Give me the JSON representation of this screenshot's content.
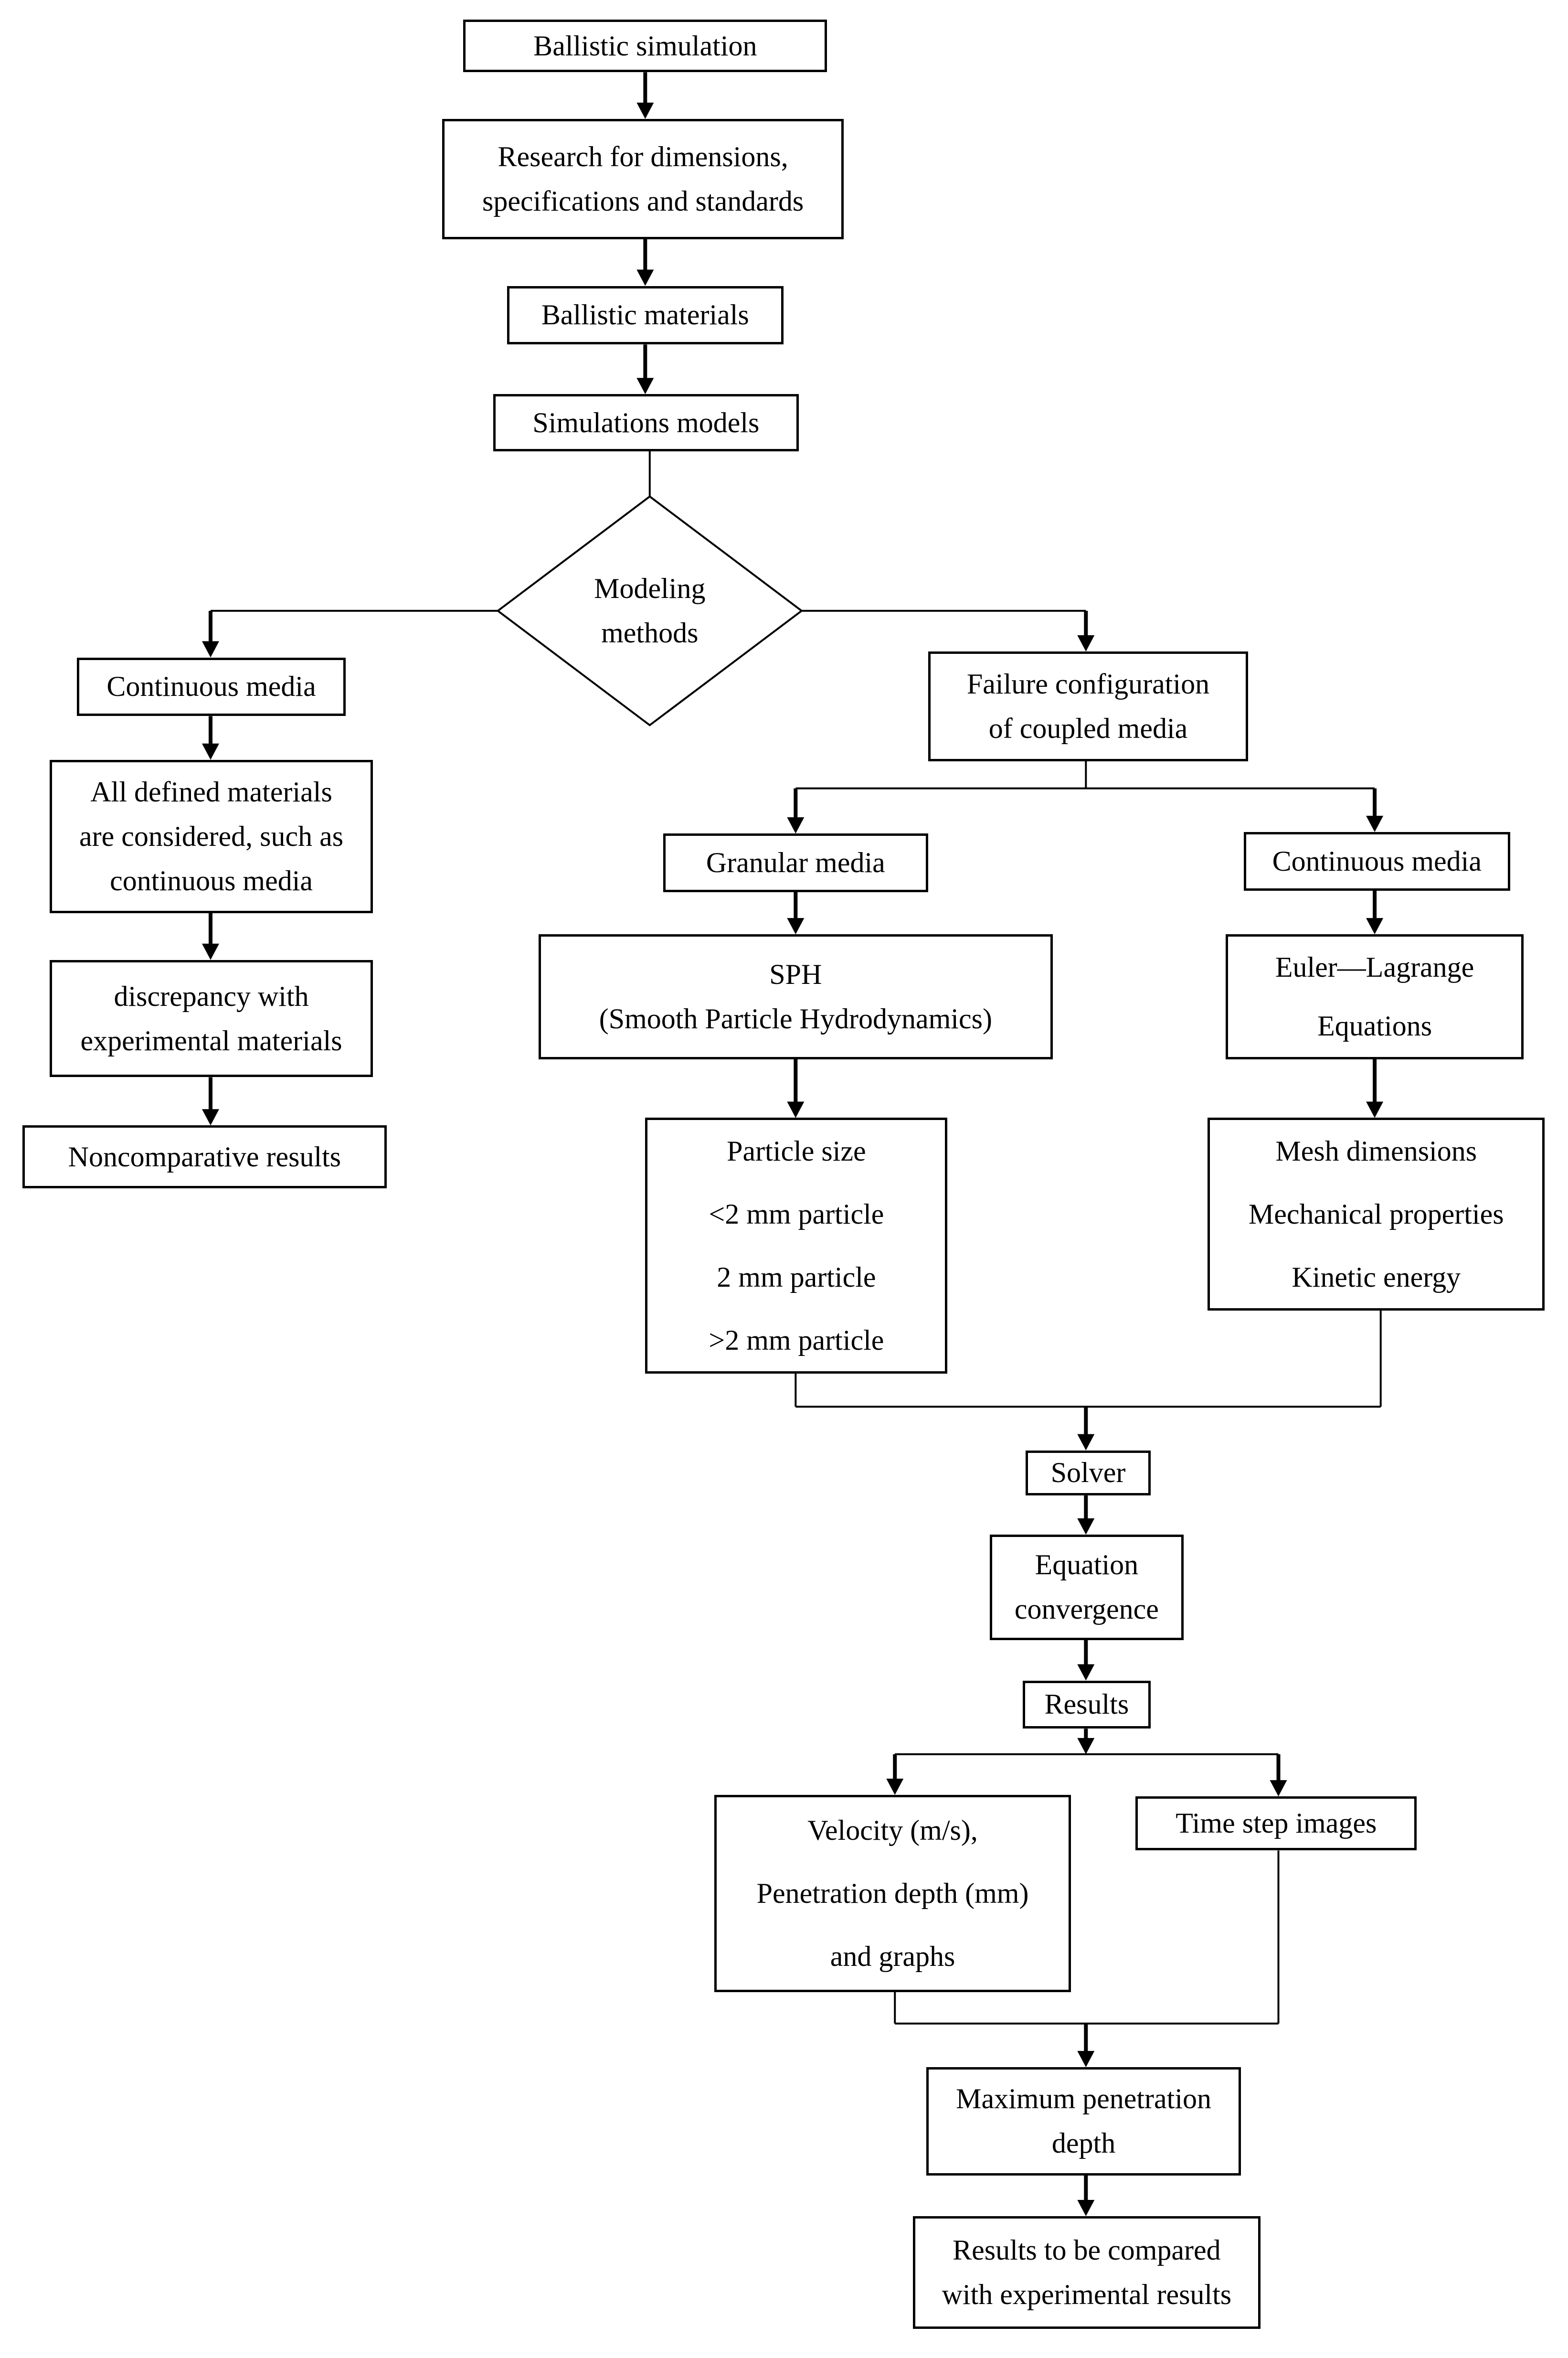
{
  "flowchart": {
    "n01": [
      "Ballistic simulation"
    ],
    "n02": [
      "Research for dimensions,",
      "specifications and standards"
    ],
    "n03": [
      "Ballistic materials"
    ],
    "n04": [
      "Simulations models"
    ],
    "n05": [
      "Modeling",
      "methods"
    ],
    "n06": [
      "Continuous media"
    ],
    "n07": [
      "All defined materials",
      "are considered, such as",
      "continuous media"
    ],
    "n08": [
      "discrepancy with",
      "experimental materials"
    ],
    "n09": [
      "Noncomparative results"
    ],
    "n10": [
      "Failure configuration",
      "of coupled media"
    ],
    "n11": [
      "Granular media"
    ],
    "n12": [
      "SPH",
      "(Smooth Particle Hydrodynamics)"
    ],
    "n13": [
      "Particle size",
      "<2 mm particle",
      "2 mm particle",
      ">2 mm particle"
    ],
    "n14": [
      "Continuous media"
    ],
    "n15": [
      "Euler—Lagrange",
      "Equations"
    ],
    "n16": [
      "Mesh dimensions",
      "Mechanical properties",
      "Kinetic energy"
    ],
    "n17": [
      "Solver"
    ],
    "n18": [
      "Equation",
      "convergence"
    ],
    "n19": [
      "Results"
    ],
    "n20": [
      "Velocity (m/s),",
      "Penetration depth (mm)",
      "and graphs"
    ],
    "n21": [
      "Time step images"
    ],
    "n22": [
      "Maximum penetration",
      "depth"
    ],
    "n23": [
      "Results to be compared",
      "with experimental results"
    ]
  }
}
